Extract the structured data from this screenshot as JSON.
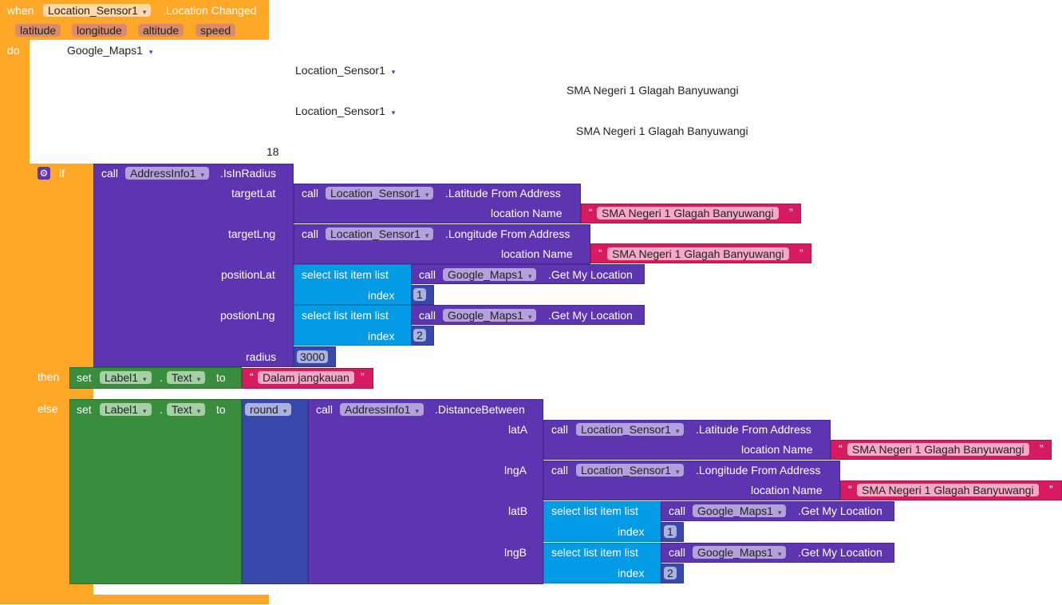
{
  "event": {
    "when": "when",
    "component": "Location_Sensor1",
    "event": ".Location Changed",
    "params": [
      "latitude",
      "longitude",
      "altitude",
      "speed"
    ],
    "do": "do"
  },
  "hidden": {
    "maps": "Google_Maps1",
    "sensor1": "Location_Sensor1",
    "addr1": "SMA Negeri 1 Glagah Banyuwangi",
    "sensor2": "Location_Sensor1",
    "addr2": "SMA Negeri 1 Glagah Banyuwangi",
    "zoom": "18"
  },
  "ifblock": {
    "if": "if",
    "then": "then",
    "else": "else"
  },
  "call": "call",
  "dropdown_arrow": "▾",
  "inradius": {
    "component": "AddressInfo1",
    "method": ".IsInRadius",
    "targetLat": "targetLat",
    "targetLng": "targetLng",
    "positionLat": "positionLat",
    "positionLng": "postionLng",
    "radius": "radius",
    "radius_value": "3000"
  },
  "latFrom": ".Latitude From Address",
  "lngFrom": ".Longitude From Address",
  "sensor": "Location_Sensor1",
  "locName": "location Name",
  "address": "SMA Negeri 1 Glagah Banyuwangi",
  "select": {
    "label": "select list item  list",
    "index": "index",
    "idx1": "1",
    "idx2": "2"
  },
  "maps": "Google_Maps1",
  "getloc": ".Get My Location",
  "set": {
    "set": "set",
    "component": "Label1",
    "dot": ".",
    "prop": "Text",
    "to": "to",
    "then_value": "Dalam jangkauan"
  },
  "round": "round",
  "distance": {
    "component": "AddressInfo1",
    "method": ".DistanceBetween",
    "latA": "latA",
    "lngA": "lngA",
    "latB": "latB",
    "lngB": "lngB"
  },
  "quote_open": "“",
  "quote_close": "”"
}
